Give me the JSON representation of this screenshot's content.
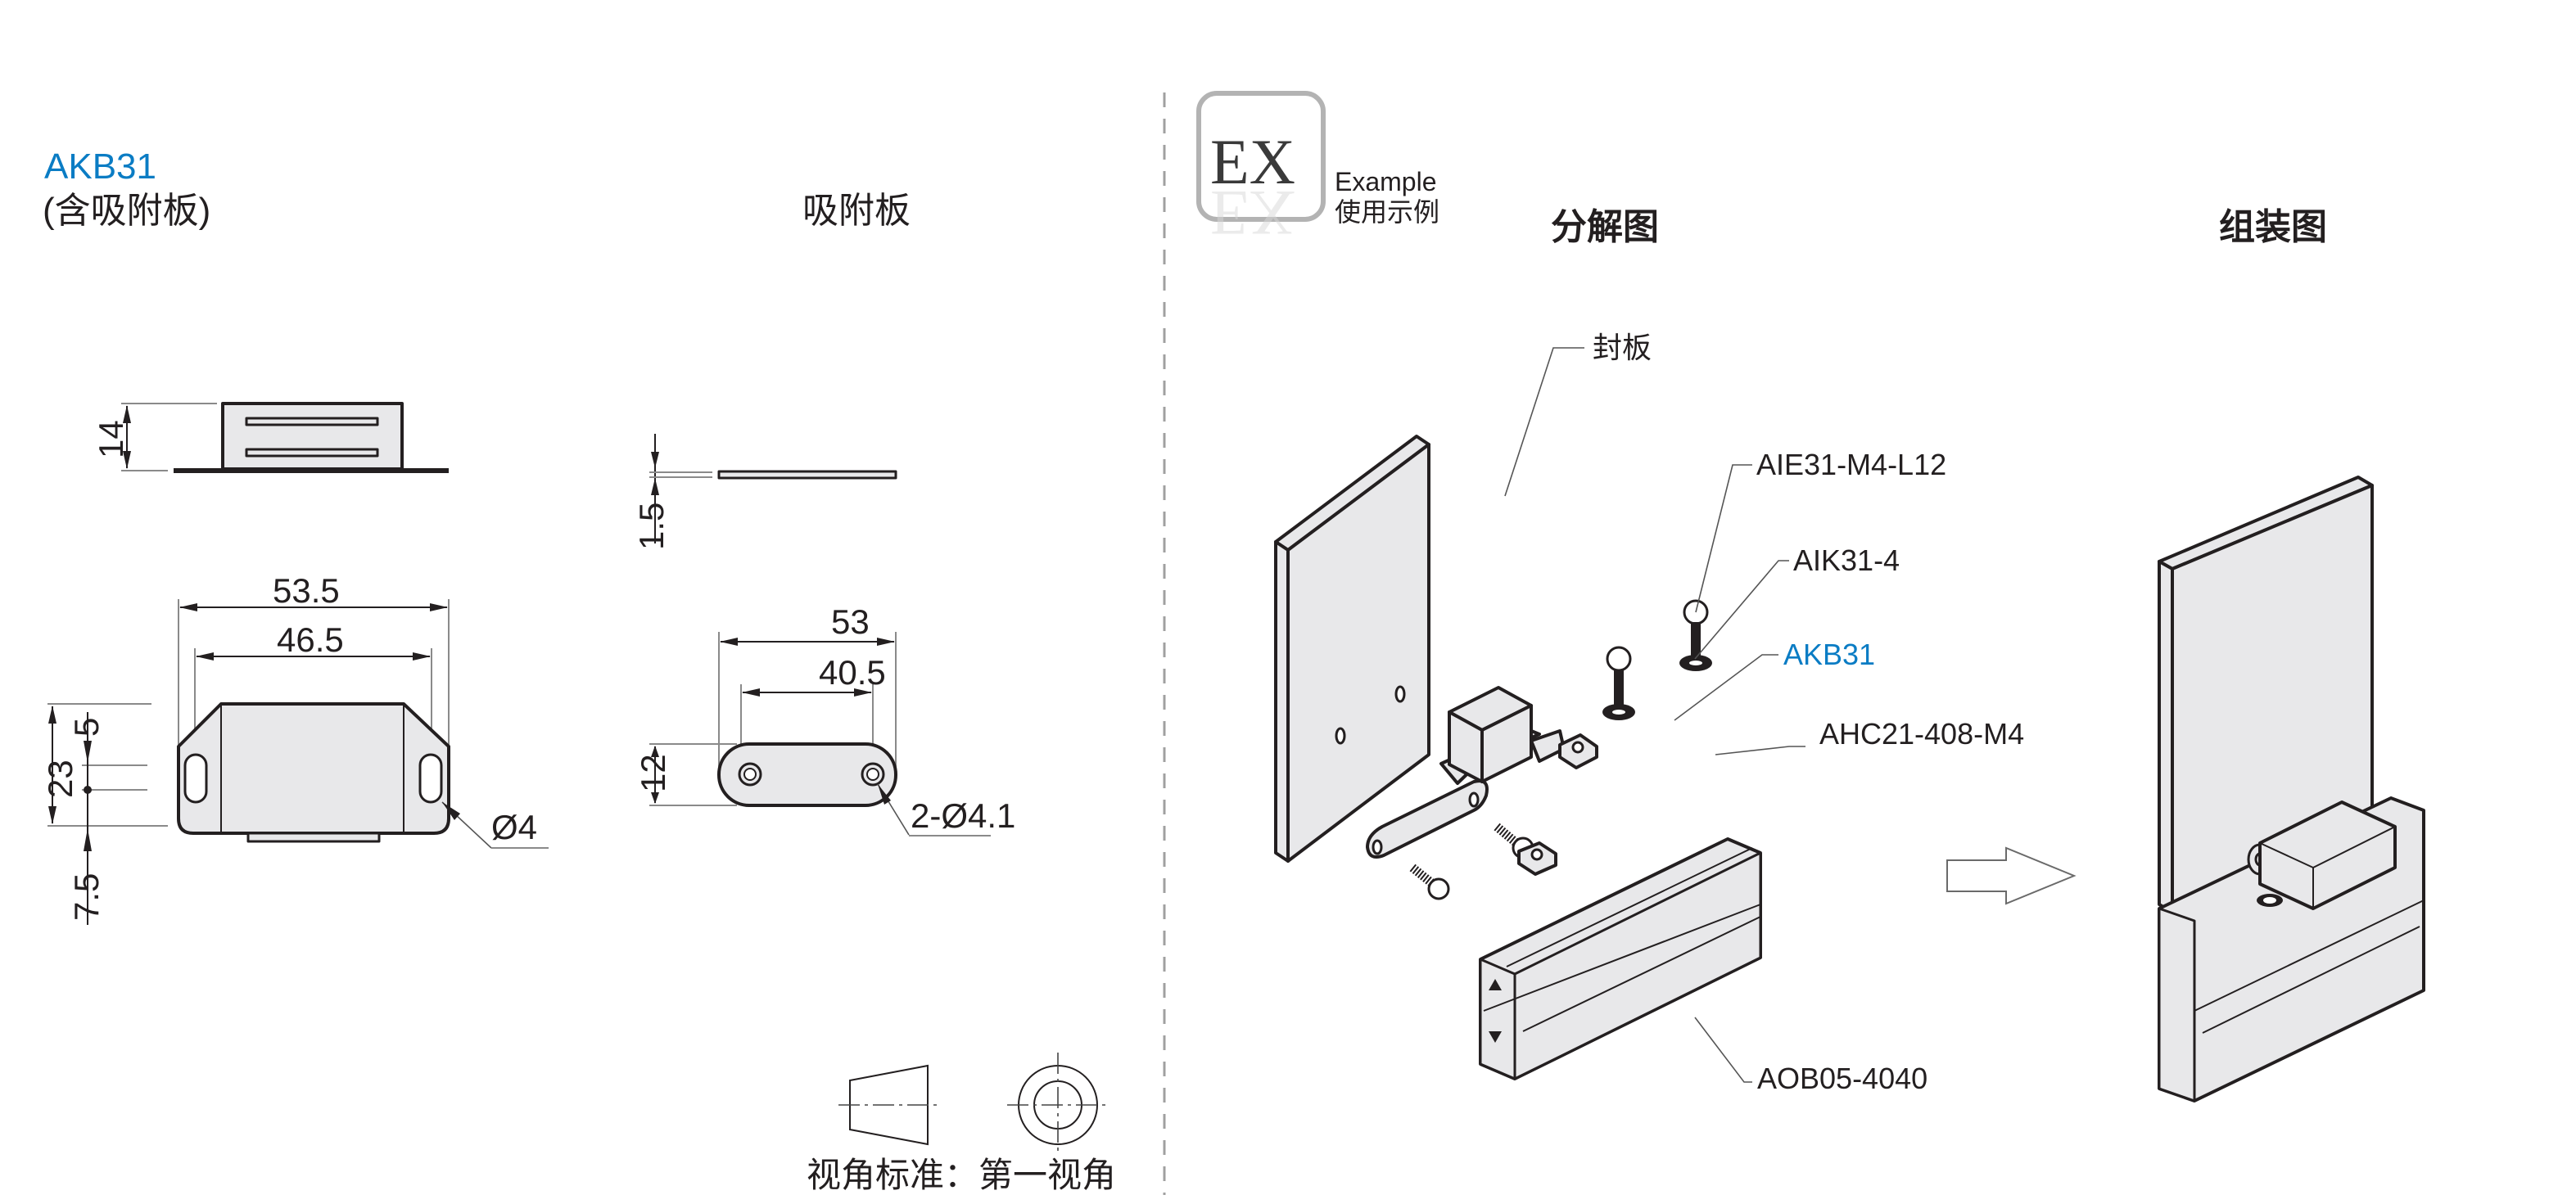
{
  "left_panel": {
    "product_code": "AKB31",
    "product_subtitle": "(含吸附板)",
    "plate_title": "吸附板",
    "magnet_dims": {
      "height_side": "14",
      "overall_width": "53.5",
      "hole_pitch": "46.5",
      "overall_height": "23",
      "slot_offset": "5",
      "base_offset": "7.5",
      "hole_diameter": "Ø4"
    },
    "plate_dims": {
      "thickness": "1.5",
      "overall_length": "53",
      "hole_pitch": "40.5",
      "width": "12",
      "holes": "2-Ø4.1"
    },
    "projection": {
      "label": "视角标准：第一视角",
      "icon": "first-angle-projection-icon"
    }
  },
  "right_panel": {
    "badge": {
      "glyph": "EX",
      "title_en": "Example",
      "title_cn": "使用示例"
    },
    "exploded_title": "分解图",
    "assembled_title": "组装图",
    "callouts": [
      {
        "id": "cover-plate",
        "label": "封板",
        "highlight": false
      },
      {
        "id": "screw",
        "label": "AIE31-M4-L12",
        "highlight": false
      },
      {
        "id": "washer",
        "label": "AIK31-4",
        "highlight": false
      },
      {
        "id": "magnet-catch",
        "label": "AKB31",
        "highlight": true
      },
      {
        "id": "t-nut",
        "label": "AHC21-408-M4",
        "highlight": false
      },
      {
        "id": "profile",
        "label": "AOB05-4040",
        "highlight": false
      }
    ],
    "arrow_icon": "right-arrow-icon"
  },
  "colors": {
    "accent": "#0a7cc4",
    "text": "#231f20",
    "part_fill": "#e8e8ea",
    "divider": "#a0a0a0"
  }
}
